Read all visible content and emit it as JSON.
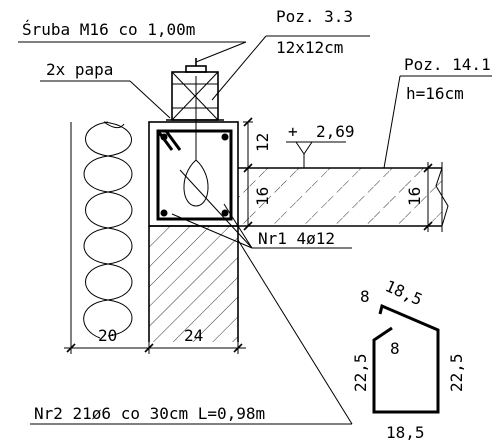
{
  "drawing": {
    "labels": {
      "bolt": "Śruba M16 co 1,00m",
      "pos_33": "Poz. 3.3",
      "beam_size": "12x12cm",
      "pos_141": "Poz. 14.1",
      "slab_h": "h=16cm",
      "papa": "2x papa",
      "elev_sign": "+",
      "elev_value": "2,69",
      "rebar_nr1": "Nr1  4ø12",
      "stirrup_nr2": "Nr2  21ø6 co 30cm L=0,98m"
    },
    "dimensions": {
      "beam_height": "12",
      "ring_height_left": "16",
      "ring_height_right": "16",
      "insulation_width": "20",
      "wall_width": "24"
    },
    "stirrup_shape": {
      "hook_top": "8",
      "top_slant": "18,5",
      "hook_inner": "8",
      "left_side": "22,5",
      "right_side": "22,5",
      "bottom": "18,5"
    }
  }
}
